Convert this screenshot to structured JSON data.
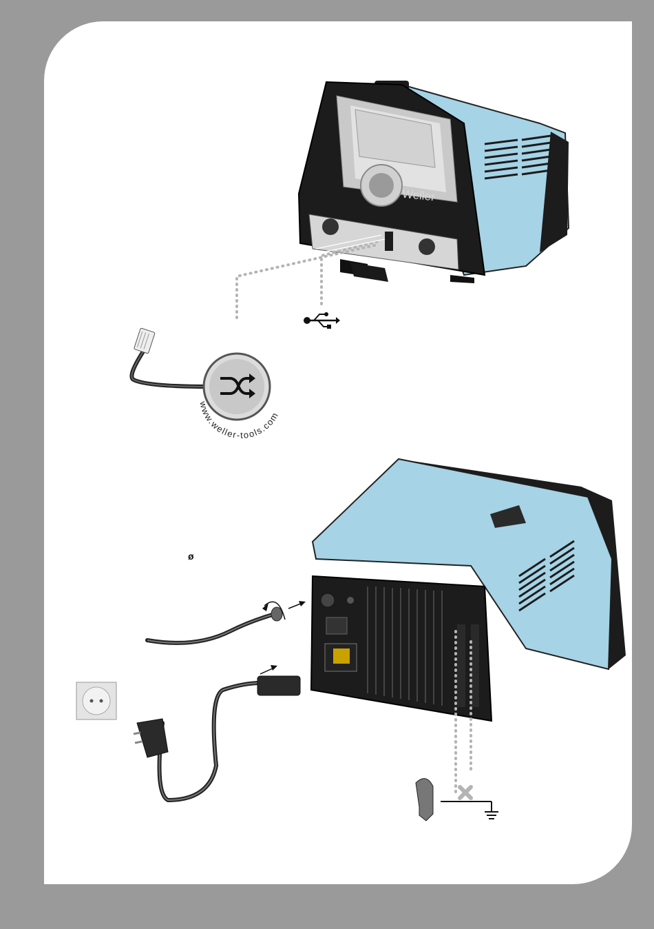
{
  "device_front": {
    "brand_label": "Weller"
  },
  "network_badge": {
    "website": "www.weller-tools.com"
  },
  "rear_panel": {
    "diameter_symbol": "ø"
  },
  "icons": {
    "usb": "usb-icon",
    "shuffle": "shuffle-icon",
    "ground": "ground-icon",
    "no_connection": "cross-icon",
    "socket": "power-socket-icon"
  },
  "colors": {
    "background": "#9a9a9a",
    "device_body": "#a6d3e6",
    "device_dark": "#1c1c1c",
    "dots": "#b4b4b4"
  }
}
